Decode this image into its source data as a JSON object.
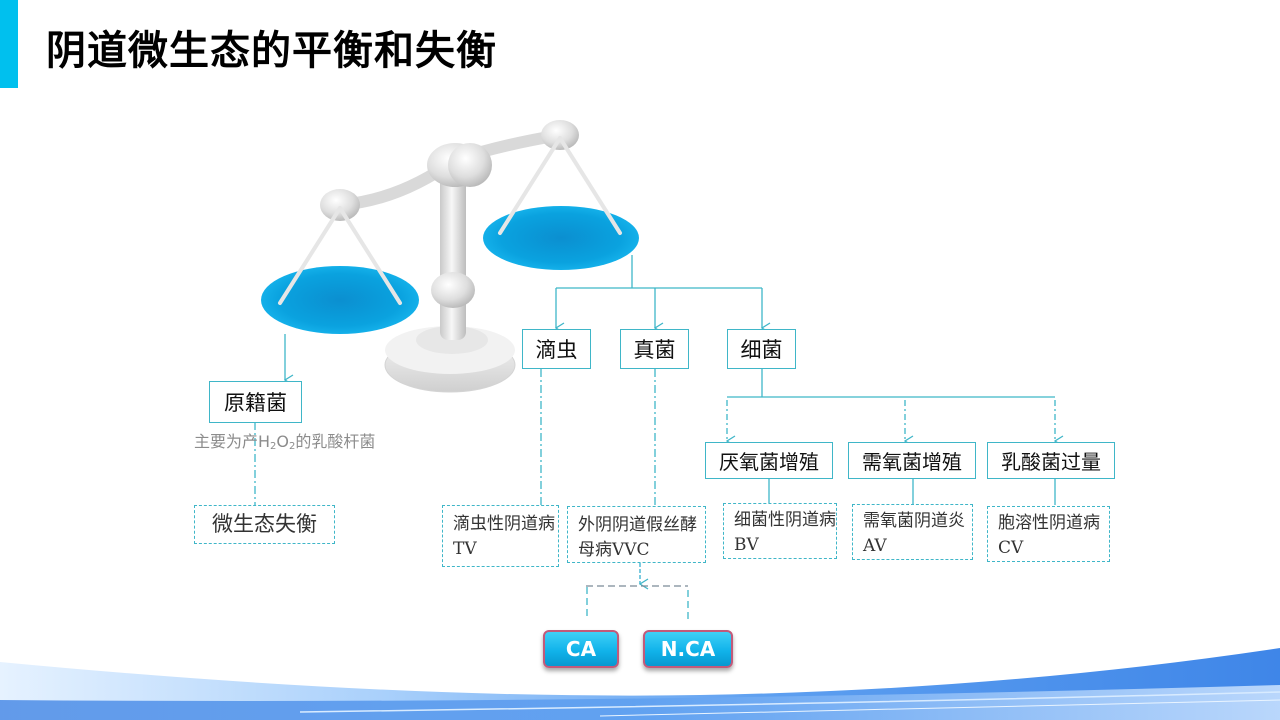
{
  "header": {
    "title": "阴道微生态的平衡和失衡",
    "accent_color": "#00c0ee"
  },
  "diagram": {
    "line_color": "#3fb6c8",
    "left_branch": {
      "root": "原籍菌",
      "note_prefix": "主要为产H",
      "note_sub1": "2",
      "note_mid": "O",
      "note_sub2": "2",
      "note_suffix": "的乳酸杆菌",
      "outcome": "微生态失衡"
    },
    "right_branch": {
      "categories": [
        {
          "label": "滴虫",
          "outcome": "滴虫性阴道病TV"
        },
        {
          "label": "真菌",
          "outcome": "外阴阴道假丝酵母病VVC",
          "subtypes": [
            "CA",
            "N.CA"
          ]
        },
        {
          "label": "细菌",
          "children": [
            {
              "label": "厌氧菌增殖",
              "outcome": "细菌性阴道病BV"
            },
            {
              "label": "需氧菌增殖",
              "outcome": "需氧菌阴道炎AV"
            },
            {
              "label": "乳酸菌过量",
              "outcome": "胞溶性阴道病CV"
            }
          ]
        }
      ]
    }
  }
}
